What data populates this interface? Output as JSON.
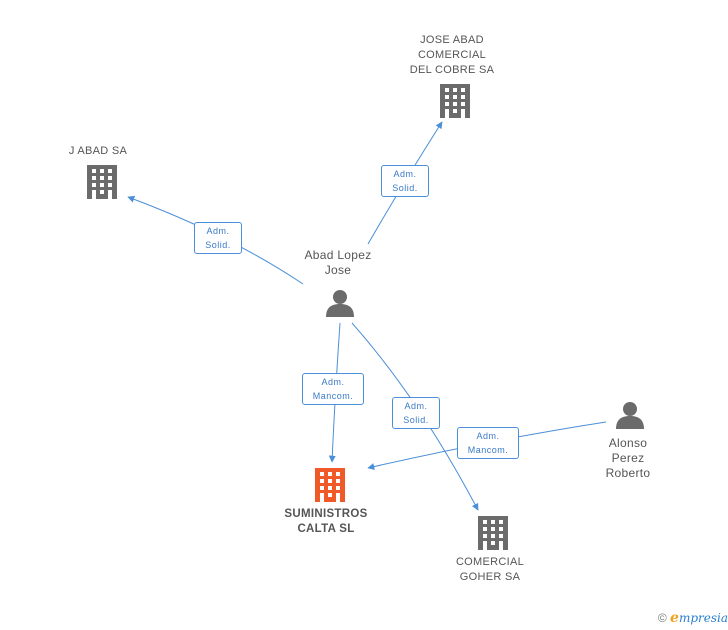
{
  "nodes": {
    "abad_lopez_jose": {
      "type": "person",
      "label_lines": [
        "Abad Lopez",
        "Jose"
      ]
    },
    "jose_abad_comercial": {
      "type": "company",
      "label_lines": [
        "JOSE ABAD",
        "COMERCIAL",
        "DEL COBRE SA"
      ]
    },
    "j_abad_sa": {
      "type": "company",
      "label_lines": [
        "J ABAD SA"
      ]
    },
    "suministros_calta": {
      "type": "company",
      "label_lines": [
        "SUMINISTROS",
        "CALTA SL"
      ],
      "highlight": true
    },
    "comercial_goher": {
      "type": "company",
      "label_lines": [
        "COMERCIAL",
        "GOHER SA"
      ]
    },
    "alonso_perez_roberto": {
      "type": "person",
      "label_lines": [
        "Alonso",
        "Perez",
        "Roberto"
      ]
    }
  },
  "edges": [
    {
      "from": "abad_lopez_jose",
      "to": "jose_abad_comercial",
      "label_lines": [
        "Adm.",
        "Solid."
      ]
    },
    {
      "from": "abad_lopez_jose",
      "to": "j_abad_sa",
      "label_lines": [
        "Adm.",
        "Solid."
      ]
    },
    {
      "from": "abad_lopez_jose",
      "to": "suministros_calta",
      "label_lines": [
        "Adm.",
        "Mancom."
      ]
    },
    {
      "from": "abad_lopez_jose",
      "to": "comercial_goher",
      "label_lines": [
        "Adm.",
        "Solid."
      ]
    },
    {
      "from": "alonso_perez_roberto",
      "to": "suministros_calta",
      "label_lines": [
        "Adm.",
        "Mancom."
      ]
    }
  ],
  "colors": {
    "edge": "#4a8fd8",
    "node_gray": "#6b6b6b",
    "node_highlight": "#f05a28"
  },
  "footer": {
    "copyright": "©",
    "brand_initial": "e",
    "brand_rest": "mpresia"
  }
}
